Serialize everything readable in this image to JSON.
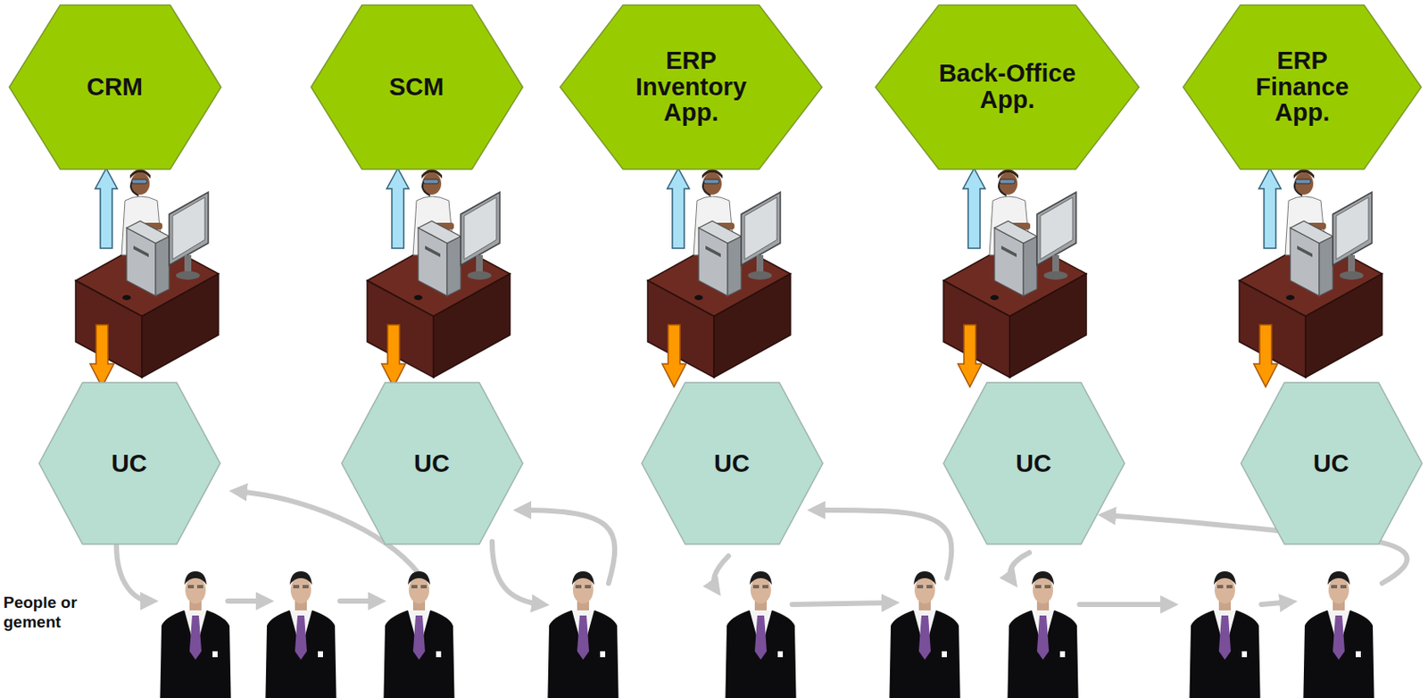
{
  "diagram": {
    "nodes": [
      {
        "text": [
          "CRM"
        ]
      },
      {
        "text": [
          "SCM"
        ]
      },
      {
        "text": [
          "ERP Inventory App."
        ]
      },
      {
        "text": [
          "Back-Office App."
        ]
      },
      {
        "text": [
          "ERP Finance App."
        ]
      },
      {
        "text": [
          "UC"
        ]
      },
      {
        "text": [
          "UC"
        ]
      },
      {
        "text": [
          "UC"
        ]
      },
      {
        "text": [
          "UC"
        ]
      },
      {
        "text": [
          "UC"
        ]
      }
    ],
    "labels": [
      "People or gement"
    ]
  }
}
